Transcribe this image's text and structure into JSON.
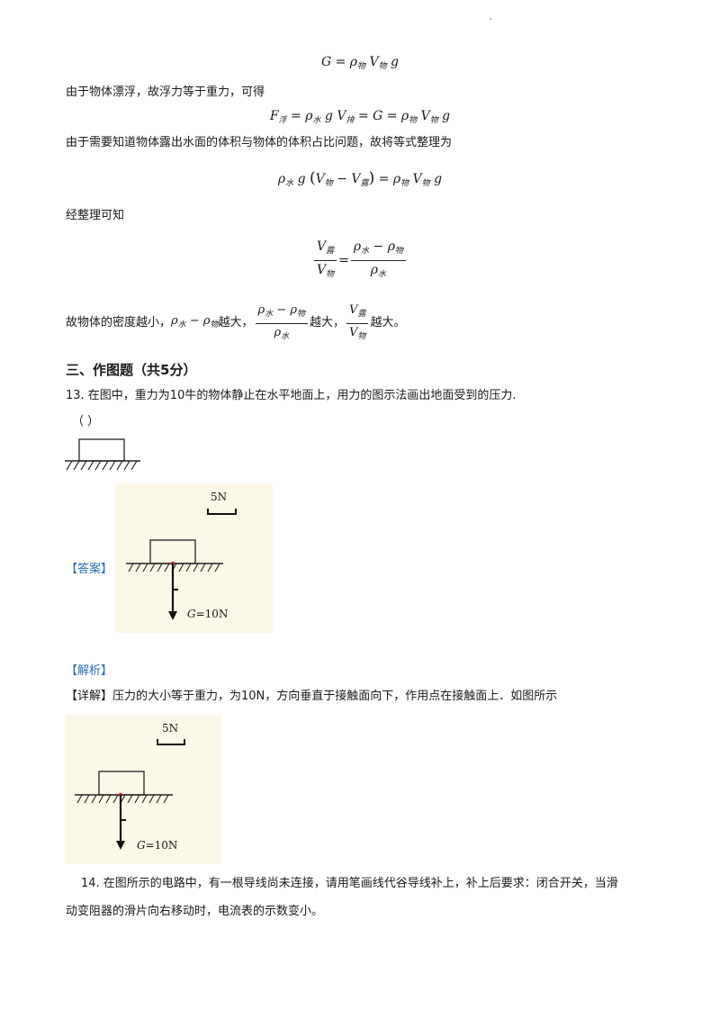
{
  "page_mark": "·",
  "equations": {
    "eq1": "G = ρ物V物g",
    "line1": "由于物体漂浮，故浮力等于重力，可得",
    "eq2": "F浮 = ρ水gV排 = G = ρ物V物g",
    "line2": "由于需要知道物体露出水面的体积与物体的体积占比问题，故将等式整理为",
    "eq3": "ρ水g(V物 − V露) = ρ物V物g",
    "line3": "经整理可知",
    "eq4": "V露/V物 = (ρ水 − ρ物)/ρ水",
    "line4_parts": [
      "故物体的密度越小，",
      "越大，",
      "越大，",
      "越大。"
    ]
  },
  "section": {
    "title": "三、作图题（共5分）"
  },
  "q13": {
    "question": "13. 在图中，重力为10牛的物体静止在水平地面上，用力的图示法画出地面受到的压力.",
    "blank": "（        ）",
    "answer_label": "【答案】",
    "analysis_label": "【解析】",
    "detail_label": "【详解】",
    "detail_text": "压力的大小等于重力，为10N，方向垂直于接触面向下，作用点在接触面上．如图所示",
    "scale_label": "5N",
    "force_label": "G=10N"
  },
  "q14": {
    "line1": "14. 在图所示的电路中，有一根导线尚未连接，请用笔画线代谷导线补上，补上后要求：闭合开关，当滑",
    "line2": "动变阻器的滑片向右移动时，电流表的示数变小。"
  },
  "colors": {
    "label_blue": "#2b6cb8",
    "figure_bg": "#fbf8e8"
  }
}
